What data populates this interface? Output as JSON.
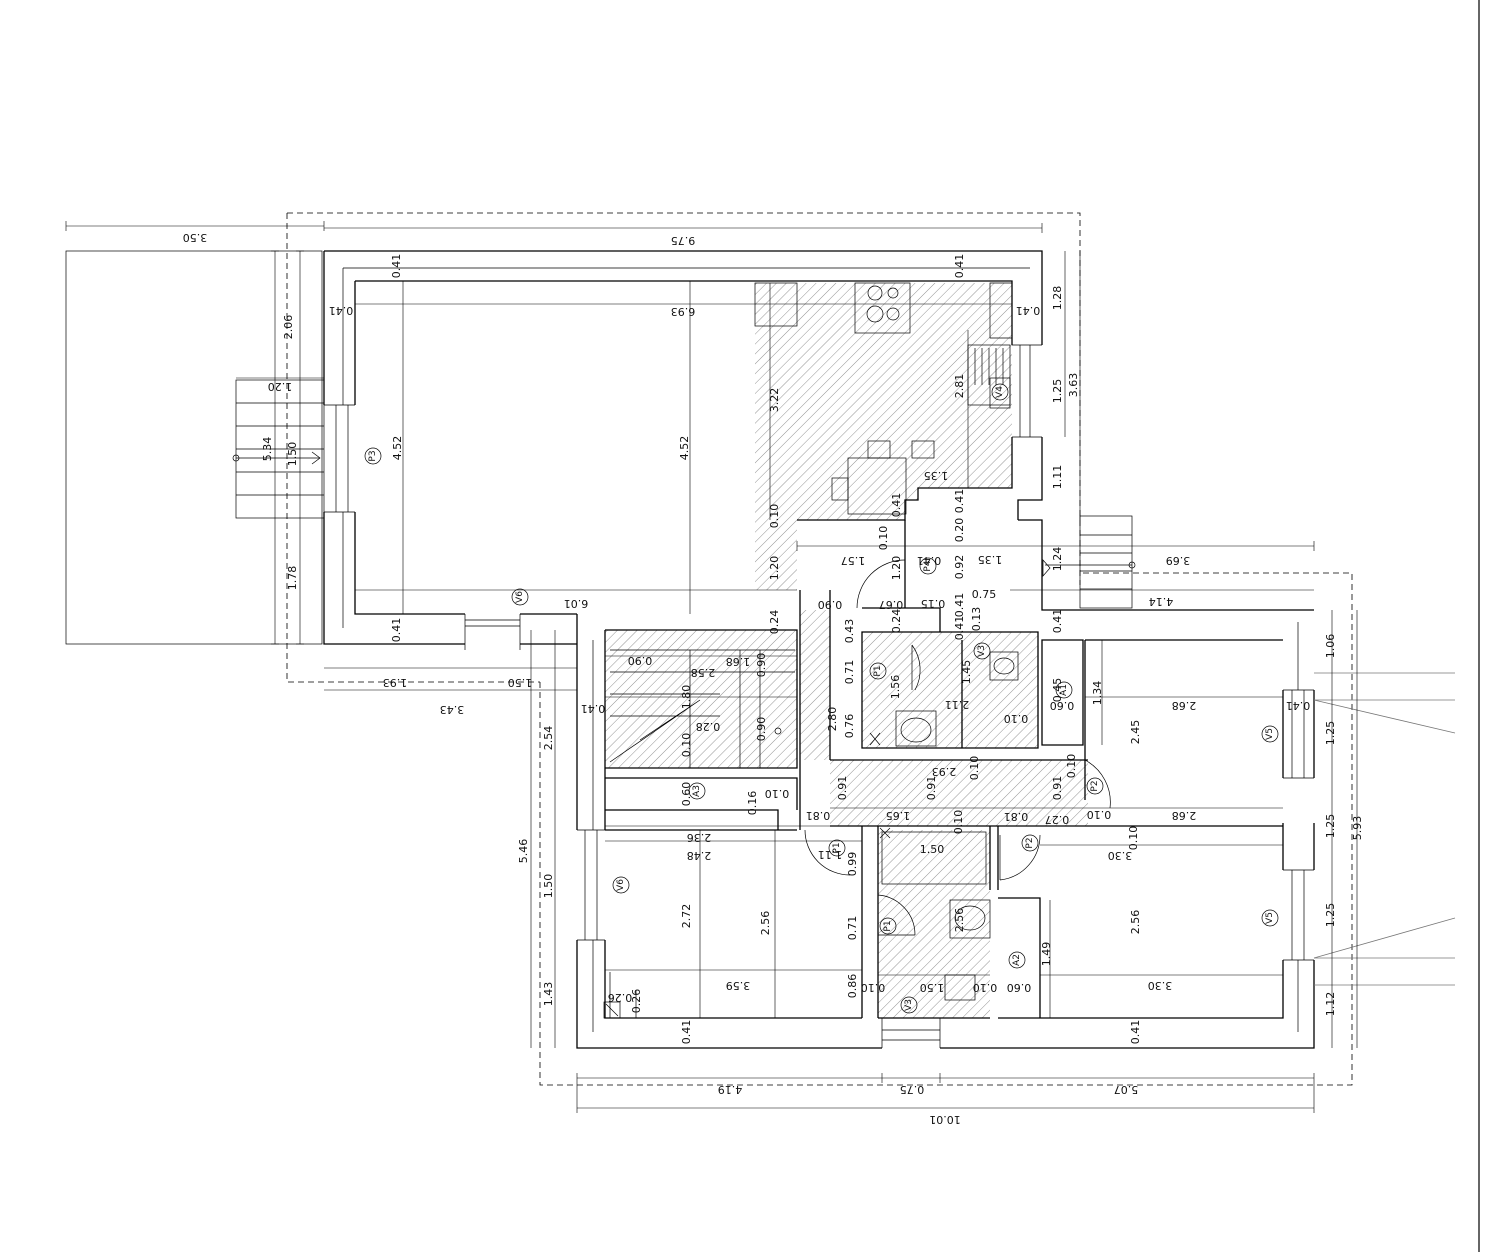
{
  "dims": [
    {
      "id": "d0",
      "v": "3.50"
    },
    {
      "id": "d1",
      "v": "9.75"
    },
    {
      "id": "d2",
      "v": "2.06"
    },
    {
      "id": "d3",
      "v": "0.41"
    },
    {
      "id": "d4",
      "v": "1.20"
    },
    {
      "id": "d5",
      "v": "5.34"
    },
    {
      "id": "d6",
      "v": "1.50"
    },
    {
      "id": "d7",
      "v": "1.78"
    },
    {
      "id": "d8",
      "v": "0.41"
    },
    {
      "id": "d9",
      "v": "4.52"
    },
    {
      "id": "d10",
      "v": "0.41"
    },
    {
      "id": "d11",
      "v": "6.93"
    },
    {
      "id": "d12",
      "v": "4.52"
    },
    {
      "id": "d13",
      "v": "0.41"
    },
    {
      "id": "d14",
      "v": "0.41"
    },
    {
      "id": "d15",
      "v": "1.28"
    },
    {
      "id": "d16",
      "v": "3.22"
    },
    {
      "id": "d17",
      "v": "2.81"
    },
    {
      "id": "d18",
      "v": "1.25"
    },
    {
      "id": "d19",
      "v": "3.63"
    },
    {
      "id": "d20",
      "v": "1.11"
    },
    {
      "id": "d21",
      "v": "1.35"
    },
    {
      "id": "d22",
      "v": "0.41"
    },
    {
      "id": "d23",
      "v": "0.41"
    },
    {
      "id": "d24",
      "v": "0.10"
    },
    {
      "id": "d25",
      "v": "0.10"
    },
    {
      "id": "d26",
      "v": "0.20"
    },
    {
      "id": "d27",
      "v": "1.57"
    },
    {
      "id": "d28",
      "v": "0.41"
    },
    {
      "id": "d29",
      "v": "1.35"
    },
    {
      "id": "d30",
      "v": "1.24"
    },
    {
      "id": "d31",
      "v": "3.69"
    },
    {
      "id": "d32",
      "v": "1.20"
    },
    {
      "id": "d33",
      "v": "1.20"
    },
    {
      "id": "d34",
      "v": "0.92"
    },
    {
      "id": "d35",
      "v": "6.01"
    },
    {
      "id": "d36",
      "v": "0.90"
    },
    {
      "id": "d37",
      "v": "0.67"
    },
    {
      "id": "d38",
      "v": "0.15"
    },
    {
      "id": "d39",
      "v": "0.75"
    },
    {
      "id": "d40",
      "v": "4.14"
    },
    {
      "id": "d41",
      "v": "0.41"
    },
    {
      "id": "d42",
      "v": "0.24"
    },
    {
      "id": "d43",
      "v": "0.43"
    },
    {
      "id": "d44",
      "v": "0.24"
    },
    {
      "id": "d45",
      "v": "0.41"
    },
    {
      "id": "d46",
      "v": "0.13"
    },
    {
      "id": "d47",
      "v": "0.41"
    },
    {
      "id": "d48",
      "v": "1.06"
    },
    {
      "id": "d49",
      "v": "1.93"
    },
    {
      "id": "d50",
      "v": "1.50"
    },
    {
      "id": "d51",
      "v": "3.43"
    },
    {
      "id": "d52",
      "v": "0.90"
    },
    {
      "id": "d53",
      "v": "2.58"
    },
    {
      "id": "d54",
      "v": "1.68"
    },
    {
      "id": "d55",
      "v": "0.90"
    },
    {
      "id": "d56",
      "v": "0.41"
    },
    {
      "id": "d57",
      "v": "1.80"
    },
    {
      "id": "d58",
      "v": "0.71"
    },
    {
      "id": "d59",
      "v": "1.56"
    },
    {
      "id": "d60",
      "v": "1.45"
    },
    {
      "id": "d61",
      "v": "2.11"
    },
    {
      "id": "d62",
      "v": "0.45"
    },
    {
      "id": "d63",
      "v": "0.60"
    },
    {
      "id": "d64",
      "v": "1.34"
    },
    {
      "id": "d65",
      "v": "2.68"
    },
    {
      "id": "d66",
      "v": "0.41"
    },
    {
      "id": "d67",
      "v": "2.54"
    },
    {
      "id": "d68",
      "v": "0.28"
    },
    {
      "id": "d69",
      "v": "0.90"
    },
    {
      "id": "d70",
      "v": "0.10"
    },
    {
      "id": "d71",
      "v": "2.80"
    },
    {
      "id": "d72",
      "v": "0.76"
    },
    {
      "id": "d73",
      "v": "0.10"
    },
    {
      "id": "d74",
      "v": "2.45"
    },
    {
      "id": "d75",
      "v": "1.25"
    },
    {
      "id": "d76",
      "v": "2.93"
    },
    {
      "id": "d77",
      "v": "0.10"
    },
    {
      "id": "d78",
      "v": "0.10"
    },
    {
      "id": "d79",
      "v": "0.60"
    },
    {
      "id": "d80",
      "v": "0.16"
    },
    {
      "id": "d81",
      "v": "0.10"
    },
    {
      "id": "d82",
      "v": "0.91"
    },
    {
      "id": "d83",
      "v": "0.91"
    },
    {
      "id": "d84",
      "v": "0.91"
    },
    {
      "id": "d85",
      "v": "0.81"
    },
    {
      "id": "d86",
      "v": "1.65"
    },
    {
      "id": "d87",
      "v": "0.81"
    },
    {
      "id": "d88",
      "v": "0.27"
    },
    {
      "id": "d89",
      "v": "0.10"
    },
    {
      "id": "d90",
      "v": "2.68"
    },
    {
      "id": "d91",
      "v": "5.46"
    },
    {
      "id": "d92",
      "v": "2.36"
    },
    {
      "id": "d93",
      "v": "2.48"
    },
    {
      "id": "d94",
      "v": "1.11"
    },
    {
      "id": "d95",
      "v": "0.10"
    },
    {
      "id": "d96",
      "v": "1.50"
    },
    {
      "id": "d97",
      "v": "0.10"
    },
    {
      "id": "d98",
      "v": "3.30"
    },
    {
      "id": "d99",
      "v": "1.25"
    },
    {
      "id": "d100",
      "v": "5.93"
    },
    {
      "id": "d101",
      "v": "1.50"
    },
    {
      "id": "d102",
      "v": "0.99"
    },
    {
      "id": "d103",
      "v": "2.72"
    },
    {
      "id": "d104",
      "v": "2.56"
    },
    {
      "id": "d105",
      "v": "0.71"
    },
    {
      "id": "d106",
      "v": "2.56"
    },
    {
      "id": "d107",
      "v": "1.49"
    },
    {
      "id": "d108",
      "v": "2.56"
    },
    {
      "id": "d109",
      "v": "1.25"
    },
    {
      "id": "d110",
      "v": "1.43"
    },
    {
      "id": "d111",
      "v": "0.26"
    },
    {
      "id": "d112",
      "v": "0.26"
    },
    {
      "id": "d113",
      "v": "3.59"
    },
    {
      "id": "d114",
      "v": "0.86"
    },
    {
      "id": "d115",
      "v": "0.10"
    },
    {
      "id": "d116",
      "v": "1.50"
    },
    {
      "id": "d117",
      "v": "0.10"
    },
    {
      "id": "d118",
      "v": "0.60"
    },
    {
      "id": "d119",
      "v": "3.30"
    },
    {
      "id": "d120",
      "v": "1.12"
    },
    {
      "id": "d121",
      "v": "0.41"
    },
    {
      "id": "d122",
      "v": "0.41"
    },
    {
      "id": "d123",
      "v": "4.19"
    },
    {
      "id": "d124",
      "v": "0.75"
    },
    {
      "id": "d125",
      "v": "5.07"
    },
    {
      "id": "d126",
      "v": "10.01"
    }
  ],
  "tags": [
    {
      "id": "t0",
      "v": "P3"
    },
    {
      "id": "t1",
      "v": "V6"
    },
    {
      "id": "t2",
      "v": "V4"
    },
    {
      "id": "t3",
      "v": "P4"
    },
    {
      "id": "t4",
      "v": "P1"
    },
    {
      "id": "t5",
      "v": "V3"
    },
    {
      "id": "t6",
      "v": "A1"
    },
    {
      "id": "t7",
      "v": "V5"
    },
    {
      "id": "t8",
      "v": "A3"
    },
    {
      "id": "t9",
      "v": "P2"
    },
    {
      "id": "t10",
      "v": "P1"
    },
    {
      "id": "t11",
      "v": "P2"
    },
    {
      "id": "t12",
      "v": "V6"
    },
    {
      "id": "t13",
      "v": "P1"
    },
    {
      "id": "t14",
      "v": "V5"
    },
    {
      "id": "t15",
      "v": "A2"
    },
    {
      "id": "t16",
      "v": "V3"
    }
  ]
}
